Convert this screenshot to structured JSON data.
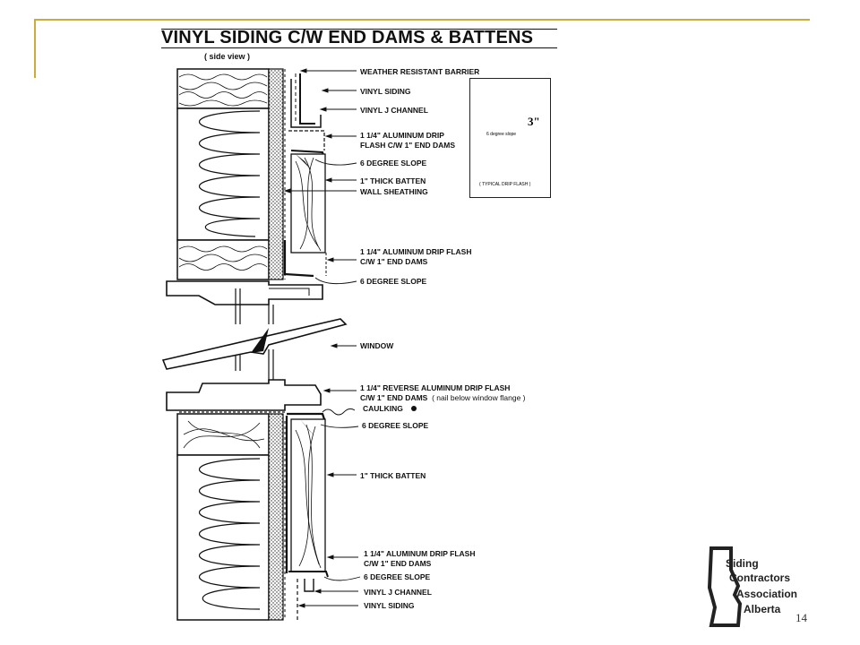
{
  "slide": {
    "title": "VINYL SIDING C/W END DAMS & BATTENS",
    "subtitle": "( side view )",
    "page_number": "14"
  },
  "callouts": {
    "weather_barrier": "WEATHER RESISTANT BARRIER",
    "vinyl_siding_top": "VINYL SIDING",
    "vinyl_j_channel_top": "VINYL J  CHANNEL",
    "drip_flash_1a": "1 1/4\" ALUMINUM DRIP",
    "drip_flash_1b": " FLASH C/W 1\" END DAMS",
    "slope_1": "6 DEGREE SLOPE",
    "batten_1": "1\" THICK BATTEN",
    "wall_sheathing": "WALL SHEATHING",
    "drip_flash_2a": "1 1/4\" ALUMINUM DRIP FLASH",
    "drip_flash_2b": "C/W 1\" END DAMS",
    "slope_2": "6 DEGREE SLOPE",
    "window": "WINDOW",
    "reverse_flash_a": "1 1/4\" REVERSE ALUMINUM DRIP FLASH",
    "reverse_flash_b": "C/W 1\" END DAMS",
    "reverse_flash_note": "( nail below window flange )",
    "caulking": "CAULKING",
    "slope_3": "6 DEGREE SLOPE",
    "batten_2": "1\" THICK BATTEN",
    "drip_flash_3a": "1 1/4\" ALUMINUM DRIP FLASH",
    "drip_flash_3b": "C/W 1\" END DAMS",
    "slope_4": "6 DEGREE SLOPE",
    "vinyl_j_channel_bottom": "VINYL J CHANNEL",
    "vinyl_siding_bottom": "VINYL SIDING"
  },
  "inset": {
    "dimension": "3\"",
    "slope_label": "6 degree slope",
    "caption": "( TYPICAL DRIP FLASH )"
  },
  "logo": {
    "line1": "Siding",
    "line2": "Contractors",
    "line3": "Association",
    "line4": "Alberta"
  },
  "colors": {
    "frame_accent": "#c9ad3c",
    "ink": "#111111"
  }
}
